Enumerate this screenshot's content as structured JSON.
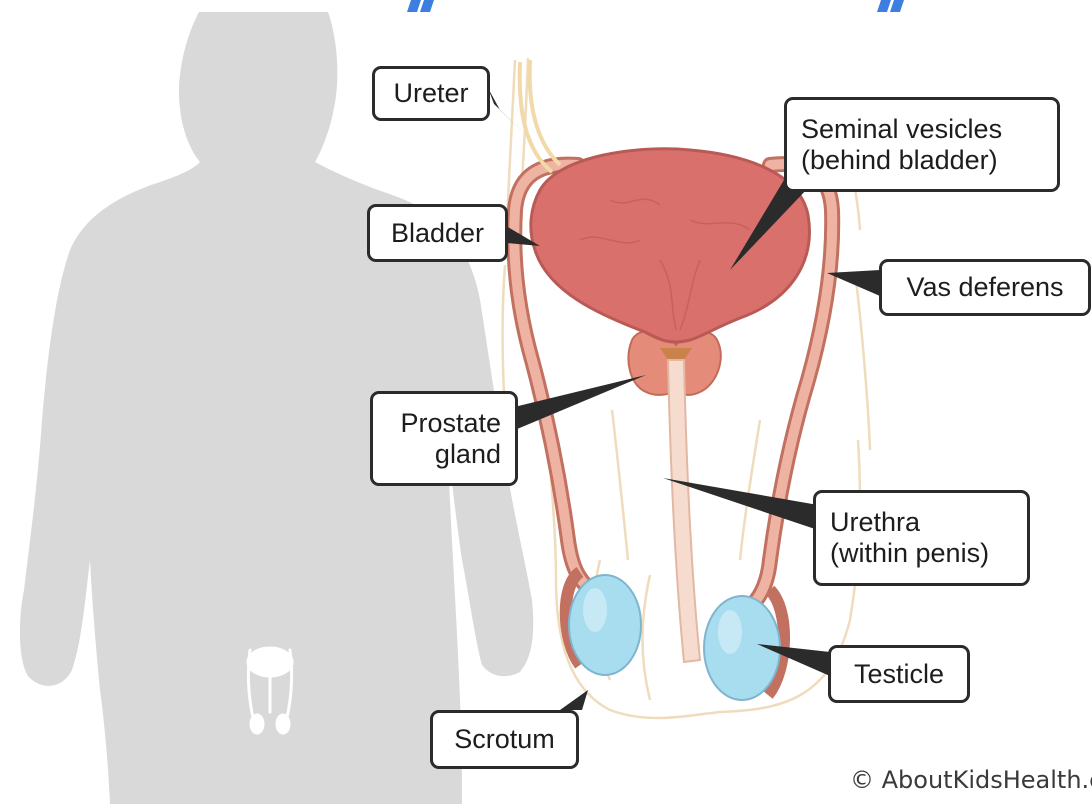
{
  "labels": {
    "ureter": "Ureter",
    "seminal_vesicles": [
      "Seminal vesicles",
      "(behind bladder)"
    ],
    "bladder": "Bladder",
    "vas_deferens": "Vas deferens",
    "prostate_gland": [
      "Prostate",
      "gland"
    ],
    "urethra": [
      "Urethra",
      "(within penis)"
    ],
    "testicle": "Testicle",
    "scrotum": "Scrotum"
  },
  "credit": "© AboutKidsHealth.c",
  "colors": {
    "silhouette": "#d9d9d9",
    "bladder": "#d9706c",
    "vas_deferens": "#e9a492",
    "testicle": "#a8dcef",
    "skin_outline": "#efdcbc",
    "quote_marks": "#3d7fe0",
    "callout_border": "#2b2b2b"
  }
}
